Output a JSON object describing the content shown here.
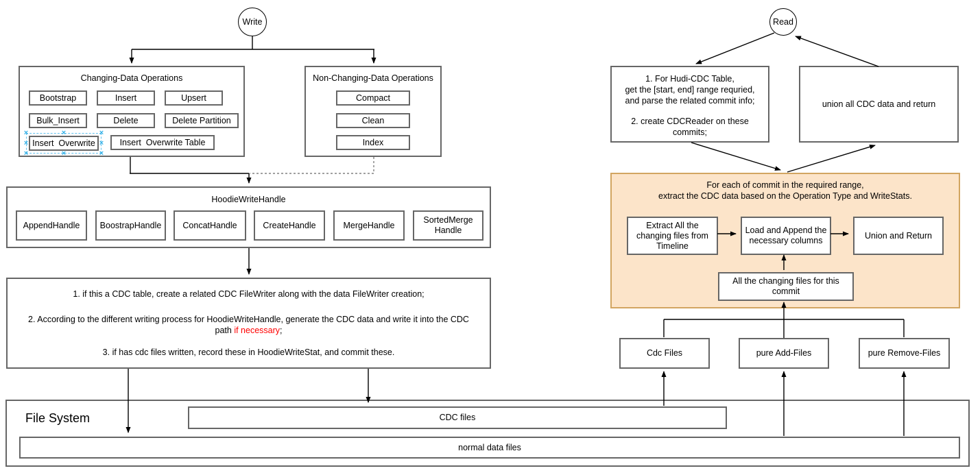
{
  "colors": {
    "box_border": "#666666",
    "orange_fill": "#fce4c9",
    "orange_border": "#d2a561",
    "selection_blue": "#35b1e8",
    "red_text": "#ff0000"
  },
  "write_flow": {
    "start_label": "Write",
    "changing_ops": {
      "title": "Changing-Data Operations",
      "items": [
        "Bootstrap",
        "Insert",
        "Upsert",
        "Bulk_Insert",
        "Delete",
        "Delete Partition",
        "Insert  Overwrite",
        "Insert  Overwrite Table"
      ]
    },
    "non_changing_ops": {
      "title": "Non-Changing-Data Operations",
      "items": [
        "Compact",
        "Clean",
        "Index"
      ]
    },
    "hoodie_write_handle": {
      "title": "HoodieWriteHandle",
      "handles": [
        "AppendHandle",
        "BoostrapHandle",
        "ConcatHandle",
        "CreateHandle",
        "MergeHandle",
        "SortedMerge Handle"
      ]
    },
    "steps": {
      "line1": "1. if this a CDC table, create a related CDC FileWriter along with the data FileWriter creation;",
      "line2a": "2. According to the different writing process for HoodieWriteHandle, generate the CDC data and write it into the CDC",
      "line2b_pre": "path ",
      "line2b_red": "if necessary",
      "line2b_post": ";",
      "line3": "3. if has cdc files written, record these in HoodieWriteStat, and commit these."
    }
  },
  "read_flow": {
    "start_label": "Read",
    "prepare_box": {
      "lines": [
        "1. For Hudi-CDC Table,",
        "get the [start, end] range requried,",
        "and parse the related commit info;",
        "",
        "2. create CDCReader on these",
        "commits;"
      ]
    },
    "union_box": "union all CDC data and return",
    "per_commit_box": {
      "title_line1": "For each of commit in the required range,",
      "title_line2": "extract the CDC data based on the Operation Type and WriteStats.",
      "steps": [
        "Extract All the changing files from Timeline",
        "Load and Append the necessary columns",
        "Union and Return"
      ],
      "changing_files": "All the changing files for this commit"
    },
    "file_types": [
      "Cdc Files",
      "pure Add-Files",
      "pure Remove-Files"
    ]
  },
  "file_system": {
    "title": "File System",
    "cdc_bar": "CDC files",
    "normal_bar": "normal data files"
  }
}
